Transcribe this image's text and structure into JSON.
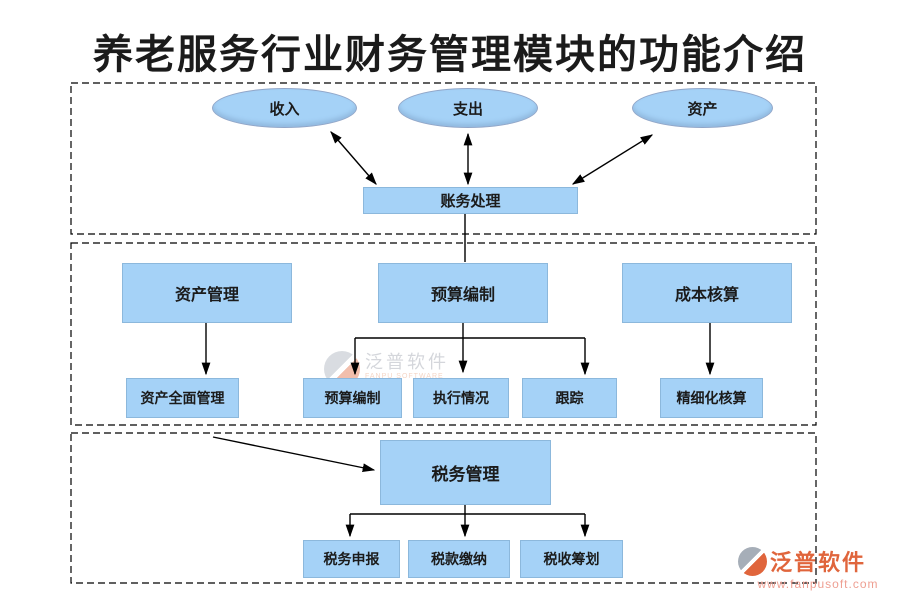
{
  "title": "养老服务行业财务管理模块的功能介绍",
  "diagram": {
    "accounting_section": {
      "sources": [
        {
          "label": "收入"
        },
        {
          "label": "支出"
        },
        {
          "label": "资产"
        }
      ],
      "processor_label": "账务处理"
    },
    "management_section": {
      "modules": [
        {
          "label": "资产管理"
        },
        {
          "label": "预算编制"
        },
        {
          "label": "成本核算"
        }
      ],
      "submodules": [
        {
          "label": "资产全面管理"
        },
        {
          "label": "预算编制"
        },
        {
          "label": "执行情况"
        },
        {
          "label": "跟踪"
        },
        {
          "label": "精细化核算"
        }
      ]
    },
    "tax_section": {
      "module_label": "税务管理",
      "submodules": [
        {
          "label": "税务申报"
        },
        {
          "label": "税款缴纳"
        },
        {
          "label": "税收筹划"
        }
      ]
    }
  },
  "watermark": {
    "brand": "泛普软件",
    "brand_en": "FANPU SOFTWARE",
    "website": "www.fanpusoft.com"
  },
  "colors": {
    "node_fill": "#A5D2F7",
    "node_border": "#8CB8DC",
    "title_text": "#1B1B1B",
    "arrow": "#000000",
    "section_border": "#000000",
    "brand_orange": "#E0653C",
    "brand_url_pink": "#EE9F92",
    "watermark_gray": "#9AA0AB"
  }
}
